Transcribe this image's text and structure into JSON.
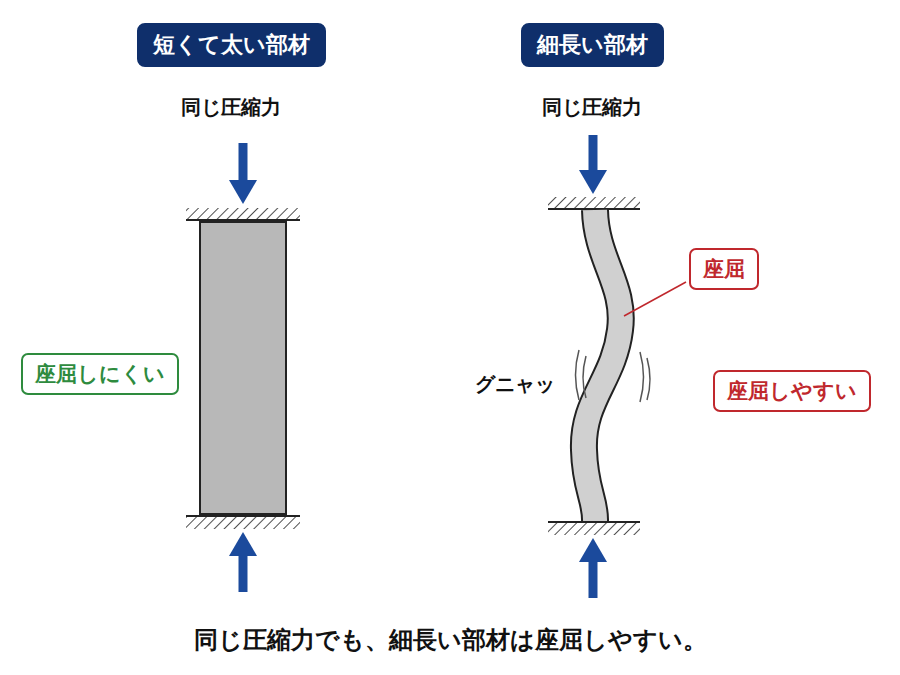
{
  "diagram": {
    "caption": "同じ圧縮力でも、細長い部材は座屈しやすい。",
    "nodes": [
      {
        "text": [
          "短くて太い部材"
        ]
      },
      {
        "text": [
          "細長い部材"
        ]
      },
      {
        "text": [
          "座屈しにくい"
        ]
      },
      {
        "text": [
          "座屈"
        ]
      },
      {
        "text": [
          "座屈しやすい"
        ]
      }
    ],
    "labels": [
      "同じ圧縮力",
      "同じ圧縮力",
      "グニャッ"
    ]
  }
}
